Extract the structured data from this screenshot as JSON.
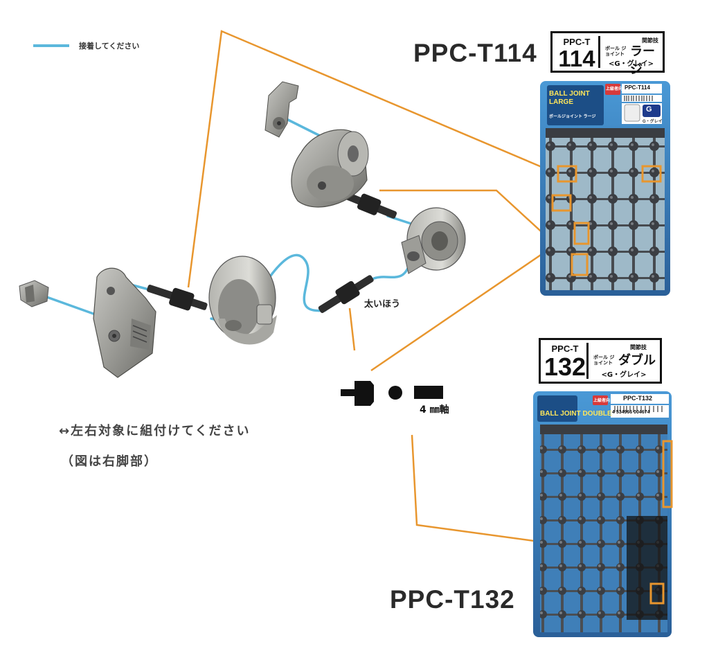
{
  "legend": {
    "label": "接着してください",
    "line_color": "#5bb8dc"
  },
  "products": [
    {
      "code": "PPC-T114",
      "badge_series": "PPC-T",
      "badge_number": "114",
      "badge_category": "関節技",
      "badge_subtitle": "ボール ジョイント",
      "badge_name": "ラージ",
      "badge_color": "<G・グレイ>",
      "card_code": "PPC-T114",
      "card_title_en": "BALL JOINT LARGE",
      "card_title_jp": "ボールジョイント ラージ",
      "card_badge": "上級者向",
      "card_grade": "G",
      "card_grade_label": "G・グレイ"
    },
    {
      "code": "PPC-T132",
      "badge_series": "PPC-T",
      "badge_number": "132",
      "badge_category": "関節技",
      "badge_subtitle": "ボール ジョイント",
      "badge_name": "ダブル",
      "badge_color": "<G・グレイ>",
      "card_code": "PPC-T132",
      "card_title_en": "BALL JOINT DOUBLE",
      "card_badge": "上級者向",
      "card_barcode": "4 534966 004674"
    }
  ],
  "callout": {
    "thick_side": "太いほう",
    "shaft": "4 ㎜軸"
  },
  "notes": {
    "line1": "↔左右対象に組付けてください",
    "line2": "（図は右脚部）"
  },
  "colors": {
    "leader": "#e8962e",
    "glue_line": "#5bb8dc",
    "callout_bg": "#f4ee4c",
    "part_gray": "#8a8a86",
    "card_blue": "#3a86c6",
    "sprue_gray": "#4d5156"
  }
}
